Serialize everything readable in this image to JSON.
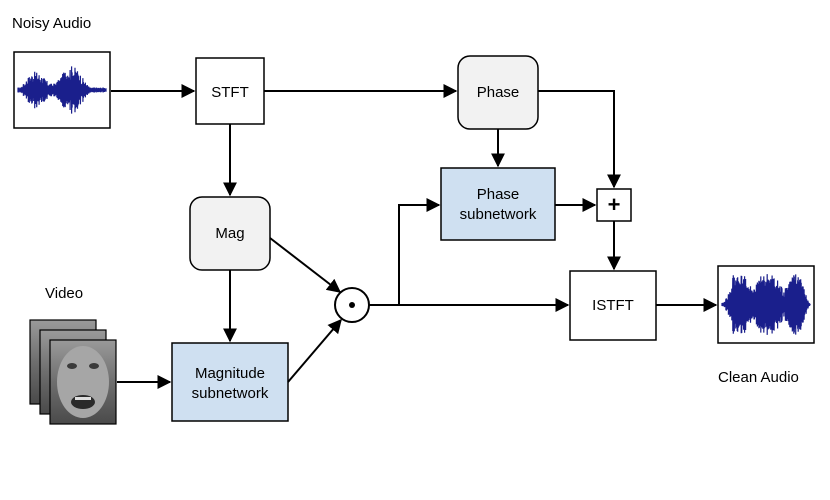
{
  "labels": {
    "noisy_audio": "Noisy Audio",
    "video": "Video",
    "clean_audio": "Clean Audio"
  },
  "nodes": {
    "stft": "STFT",
    "phase": "Phase",
    "mag": "Mag",
    "phase_subnetwork_line1": "Phase",
    "phase_subnetwork_line2": "subnetwork",
    "magnitude_subnetwork_line1": "Magnitude",
    "magnitude_subnetwork_line2": "subnetwork",
    "istft": "ISTFT",
    "add_symbol": "+"
  },
  "colors": {
    "waveform": "#1a1f8c",
    "subnetwork_fill": "#cfe0f1",
    "rounded_fill": "#f2f2f2",
    "line": "#000000"
  },
  "icons": {
    "multiply": "circled-dot-icon",
    "add": "plus-icon"
  }
}
